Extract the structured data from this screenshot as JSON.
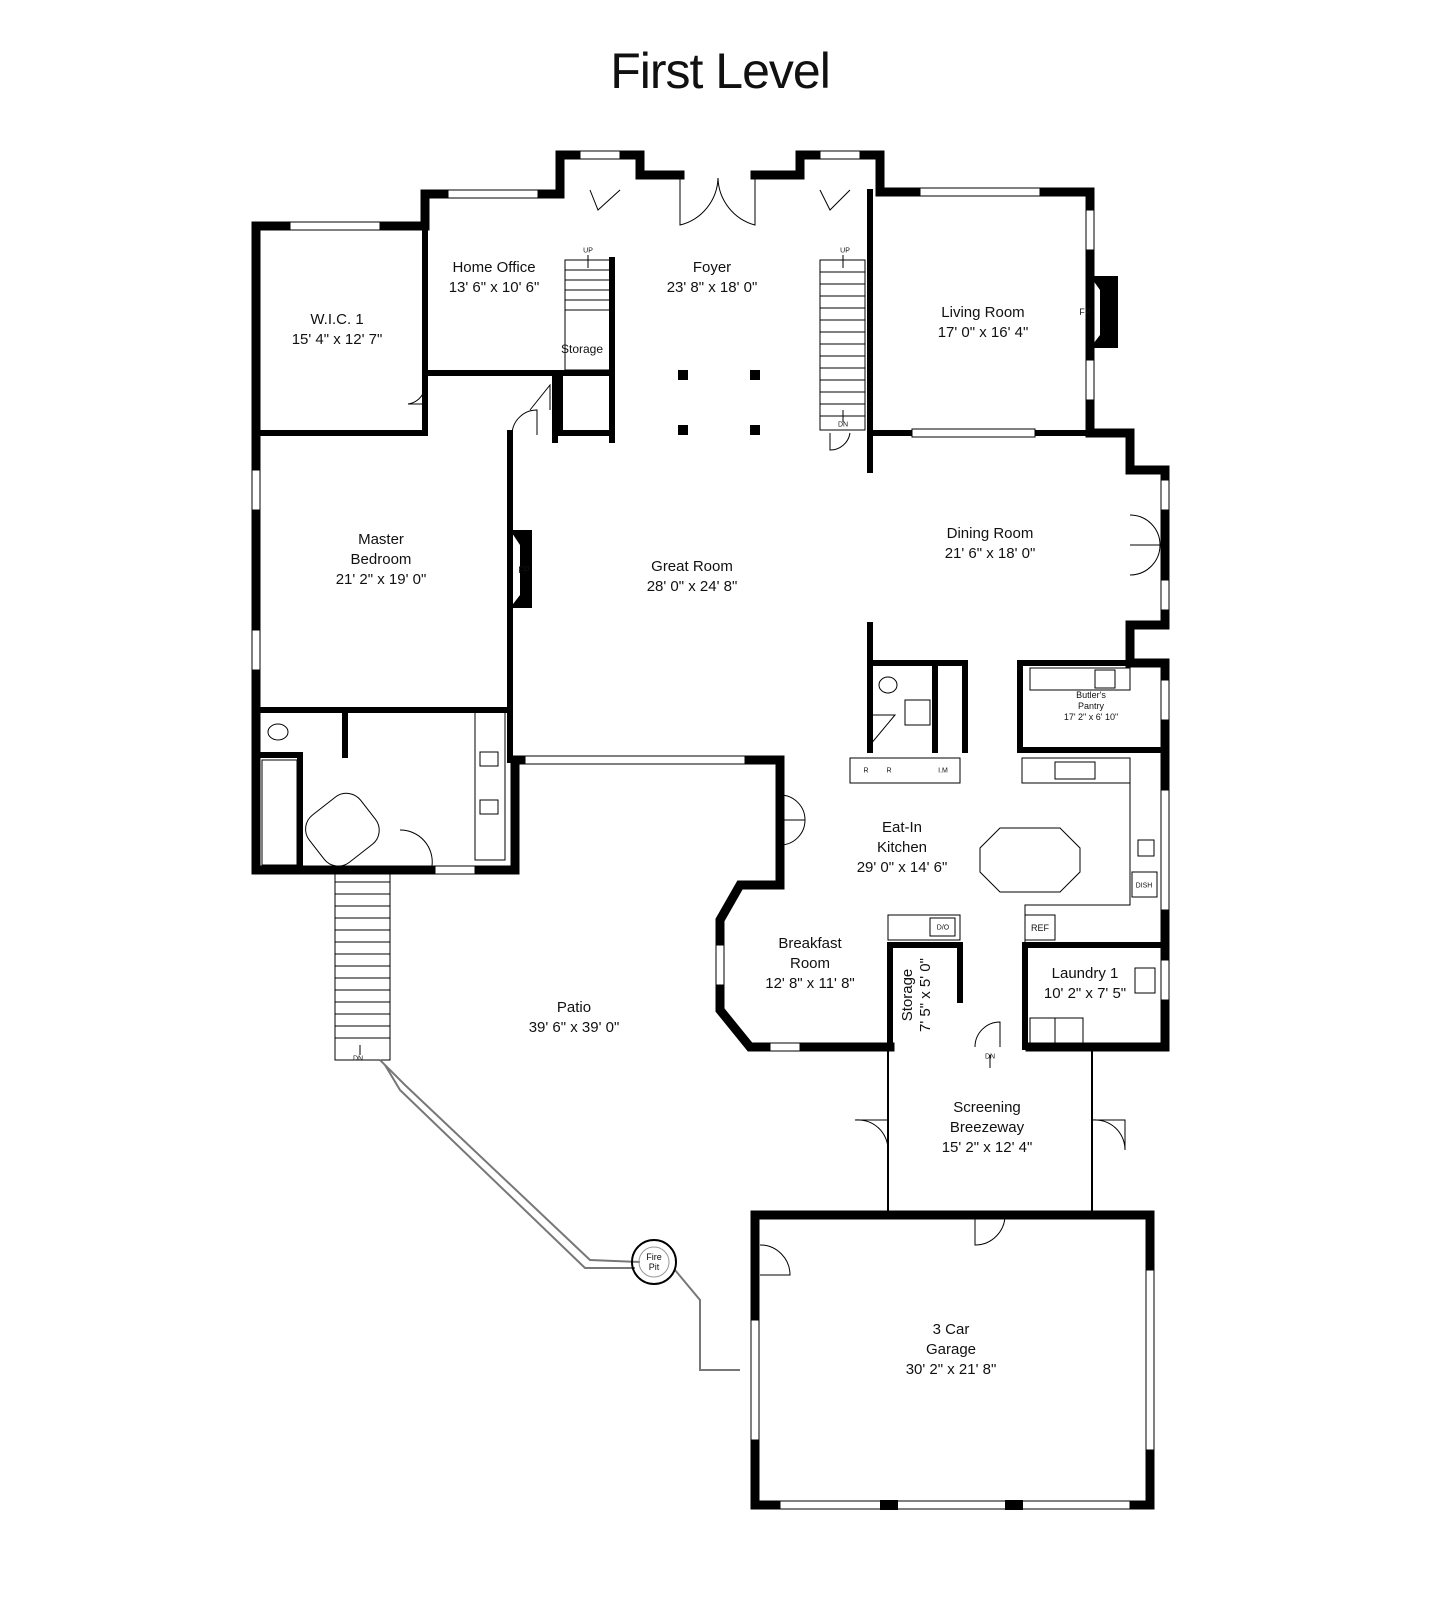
{
  "title": "First Level",
  "rooms": [
    {
      "name": "Home Office",
      "dims": "13' 6\" x 10' 6\""
    },
    {
      "name": "Foyer",
      "dims": "23' 8\" x 18' 0\""
    },
    {
      "name": "Living Room",
      "dims": "17' 0\" x 16' 4\""
    },
    {
      "name": "W.I.C. 1",
      "dims": "15' 4\" x 12' 7\""
    },
    {
      "name": "Master Bedroom",
      "name_lines": [
        "Master",
        "Bedroom"
      ],
      "dims": "21' 2\" x 19' 0\""
    },
    {
      "name": "Great Room",
      "dims": "28' 0\" x 24' 8\""
    },
    {
      "name": "Dining Room",
      "dims": "21' 6\" x 18' 0\""
    },
    {
      "name": "Butler's Pantry",
      "name_lines": [
        "Butler's",
        "Pantry"
      ],
      "dims": "17' 2\" x 6' 10\""
    },
    {
      "name": "Eat-In Kitchen",
      "name_lines": [
        "Eat-In",
        "Kitchen"
      ],
      "dims": "29' 0\" x 14' 6\""
    },
    {
      "name": "Breakfast Room",
      "name_lines": [
        "Breakfast",
        "Room"
      ],
      "dims": "12' 8\" x 11' 8\""
    },
    {
      "name": "Storage",
      "dims": "7' 5\" x 5' 0\""
    },
    {
      "name": "Laundry 1",
      "dims": "10' 2\" x 7' 5\""
    },
    {
      "name": "Patio",
      "dims": "39' 6\" x 39' 0\""
    },
    {
      "name": "Screening Breezeway",
      "name_lines": [
        "Screening",
        "Breezeway"
      ],
      "dims": "15' 2\" x 12' 4\""
    },
    {
      "name": "3 Car Garage",
      "name_lines": [
        "3 Car",
        "Garage"
      ],
      "dims": "30' 2\" x 21' 8\""
    }
  ],
  "tags": {
    "storage_small": "Storage",
    "fp": "FP",
    "up": "UP",
    "dn": "DN",
    "ref": "REF",
    "dish": "DISH",
    "do": "D/O",
    "r": "R",
    "im": "I.M",
    "fire_pit": [
      "Fire",
      "Pit"
    ]
  }
}
